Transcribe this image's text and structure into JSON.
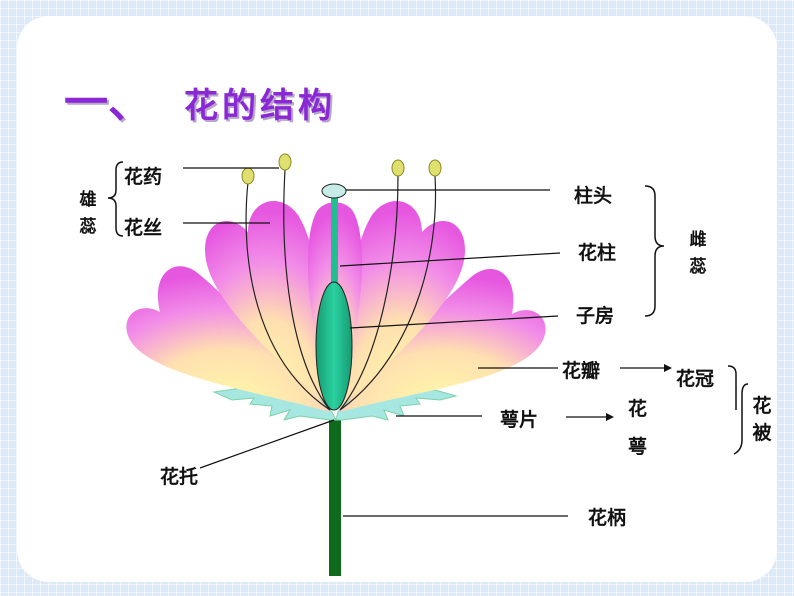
{
  "title": {
    "number": "一、",
    "text": "花的结构"
  },
  "labels": {
    "anther": "花药",
    "filament": "花丝",
    "stamen": "雄蕊",
    "stigma": "柱头",
    "style": "花柱",
    "ovary": "子房",
    "pistil": "雌蕊",
    "petal": "花瓣",
    "corolla": "花冠",
    "sepal": "萼片",
    "calyx_1": "花",
    "calyx_2": "萼",
    "perianth": "花被",
    "receptacle": "花托",
    "pedicel": "花柄"
  },
  "colors": {
    "title": "#8b28d6",
    "petal_outer": "#e655e2",
    "petal_inner": "#fff9a0",
    "pistil": "#1fbf8f",
    "stem": "#0e6b1e",
    "sepal": "#a6e7e2",
    "anther": "#e0e070"
  }
}
